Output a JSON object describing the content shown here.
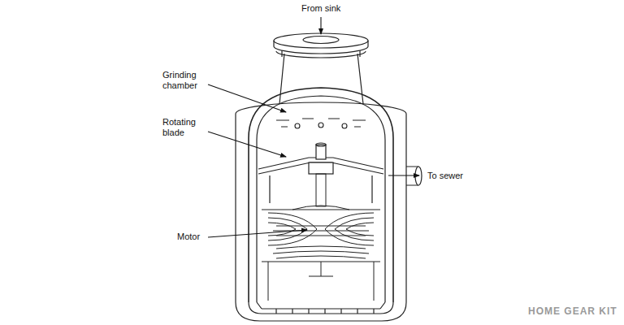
{
  "diagram": {
    "labels": [
      "From sink",
      "Grinding chamber",
      "Rotating blade",
      "Motor",
      "To sewer",
      "HOME GEAR KIT"
    ]
  }
}
